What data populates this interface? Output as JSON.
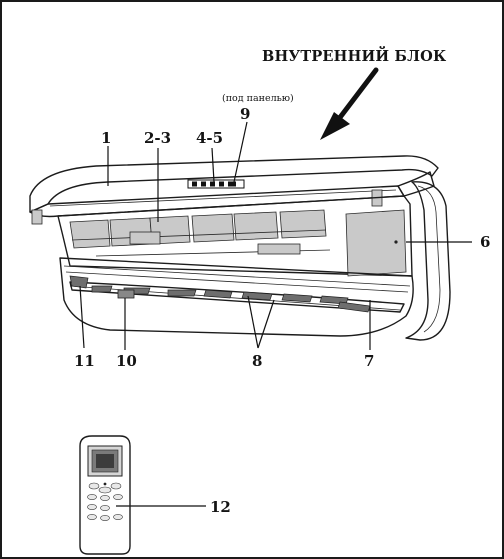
{
  "title": "ВНУТРЕННИЙ БЛОК",
  "under_panel_note": "(под панелью)",
  "labels": {
    "front_panel": "1",
    "filters": "2-3",
    "indicators": "4-5",
    "receiver": "9",
    "electronics_cover": "6",
    "louver": "7",
    "blades": "8",
    "button": "10",
    "outlet": "11",
    "remote": "12"
  }
}
